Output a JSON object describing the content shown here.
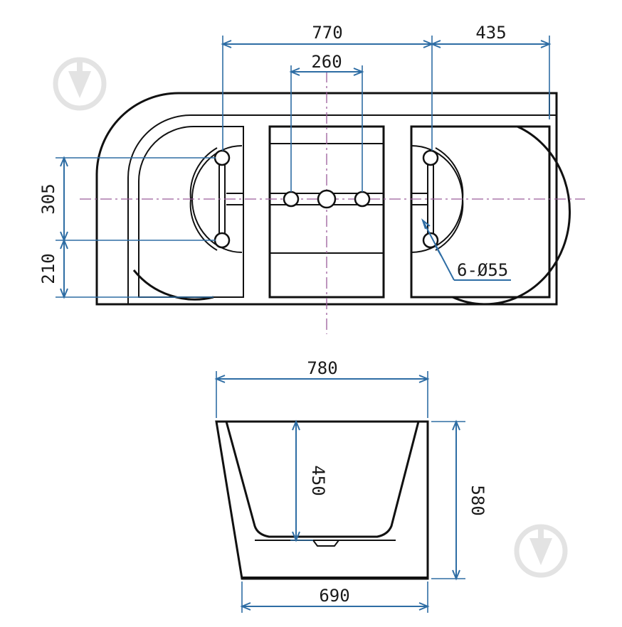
{
  "plan_view": {
    "dim_770": "770",
    "dim_435": "435",
    "dim_260": "260",
    "dim_305": "305",
    "dim_210": "210",
    "hole_callout": "6-Ø55"
  },
  "side_view": {
    "dim_780": "780",
    "dim_690": "690",
    "dim_450": "450",
    "dim_580": "580"
  },
  "colors": {
    "outline": "#111111",
    "dimension": "#2e6da4",
    "centerline": "#9b5c9b",
    "watermark": "#e3e3e3"
  },
  "icons": [
    "watermark-logo-icon"
  ]
}
